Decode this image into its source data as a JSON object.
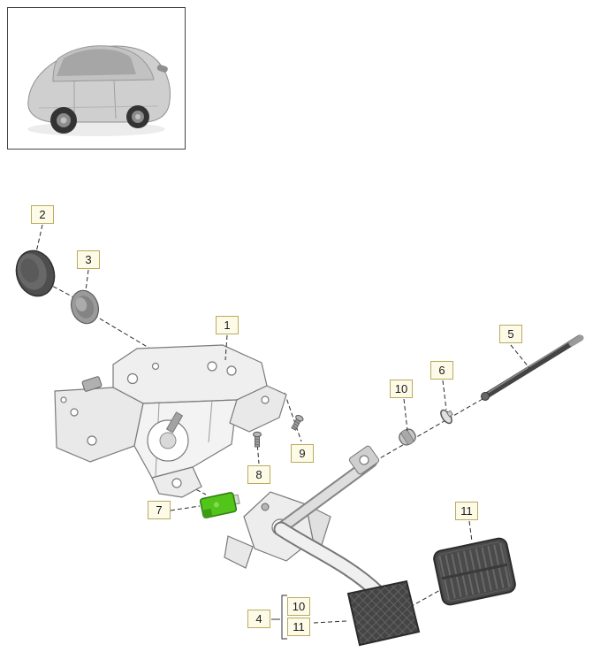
{
  "diagram": {
    "callouts": {
      "c1": "1",
      "c2": "2",
      "c3": "3",
      "c4": "4",
      "c5": "5",
      "c6": "6",
      "c7": "7",
      "c8": "8",
      "c9": "9",
      "c10": "10",
      "c11": "11",
      "group_c10": "10",
      "group_c11": "11"
    },
    "colors": {
      "callout_background": "#fdfbe8",
      "callout_border": "#b9ab5e",
      "highlight_part": "#52c41a",
      "leader_line": "#2b2b2b"
    }
  }
}
